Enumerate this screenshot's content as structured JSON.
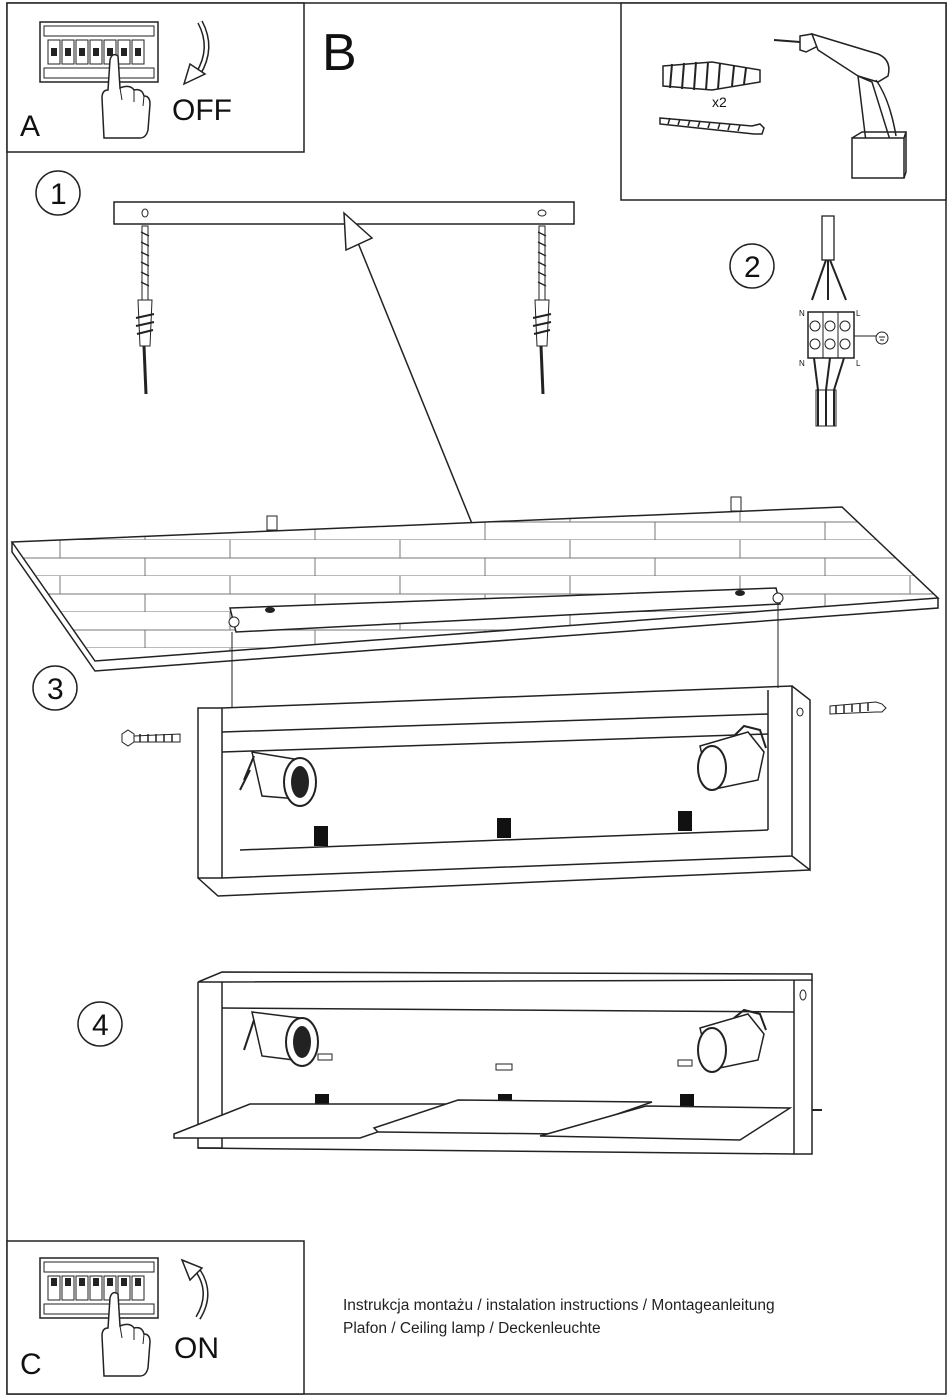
{
  "panels": {
    "a": {
      "letter": "A",
      "switch_label": "OFF"
    },
    "b": {
      "letter": "B"
    },
    "c": {
      "letter": "C",
      "switch_label": "ON"
    }
  },
  "hardware": {
    "count_label": "x2"
  },
  "steps": [
    "1",
    "2",
    "3",
    "4"
  ],
  "wiring": {
    "top_left": "N",
    "top_right": "L",
    "bottom_left": "N",
    "bottom_right": "L"
  },
  "footer": {
    "line1": "Instrukcja montażu / instalation instructions / Montageanleitung",
    "line2": "Plafon / Ceiling lamp / Deckenleuchte"
  }
}
